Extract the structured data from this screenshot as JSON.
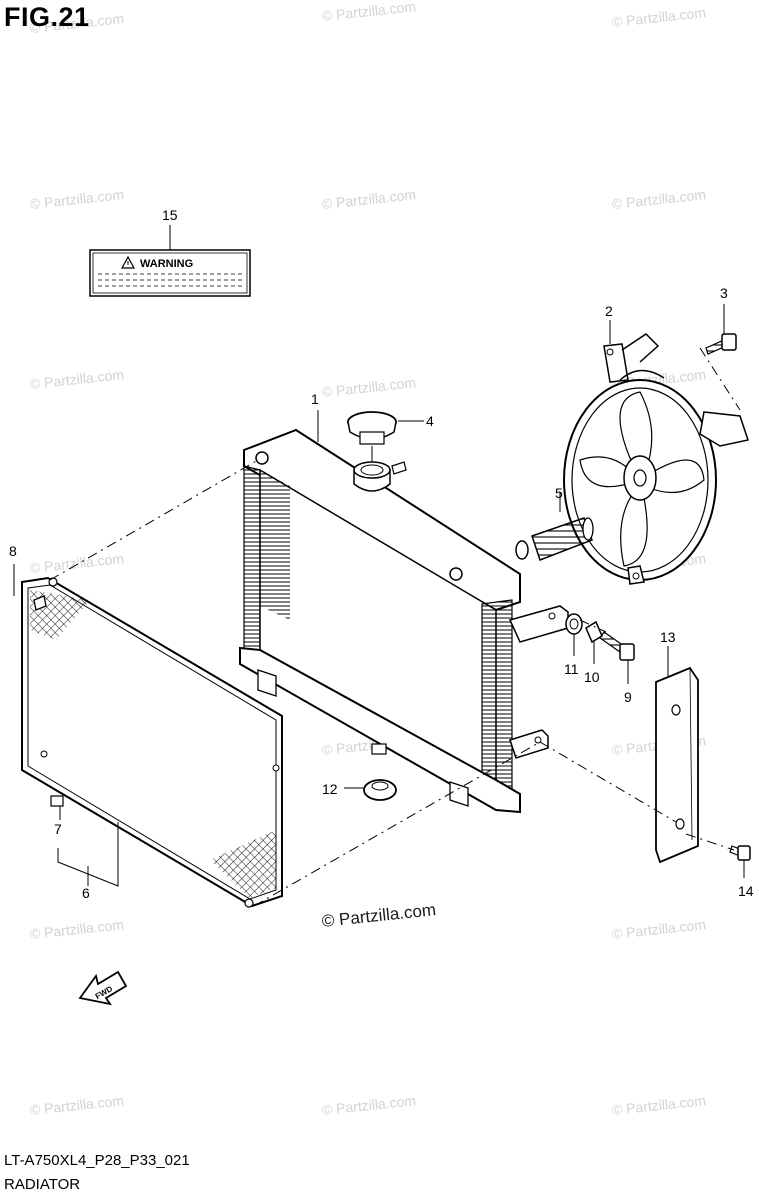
{
  "figure": {
    "title": "FIG.21",
    "code": "LT-A750XL4_P28_P33_021",
    "name": "RADIATOR"
  },
  "watermark": {
    "text": "© Partzilla.com",
    "main_text": "© Partzilla.com"
  },
  "warning_label": {
    "text": "WARNING"
  },
  "fwd_arrow": {
    "text": "FWD"
  },
  "callouts": [
    "1",
    "2",
    "3",
    "4",
    "5",
    "6",
    "7",
    "8",
    "9",
    "10",
    "11",
    "12",
    "13",
    "14",
    "15"
  ]
}
